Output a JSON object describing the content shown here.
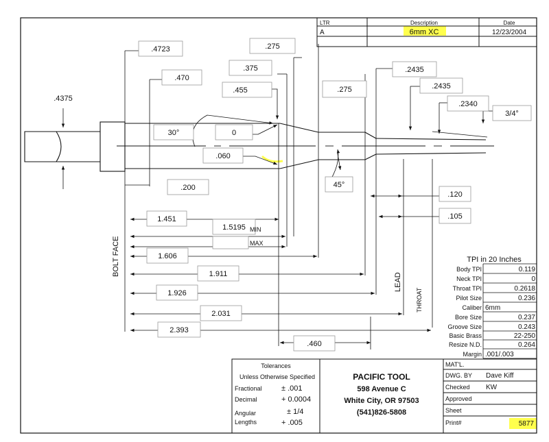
{
  "revision": {
    "headers": {
      "ltr": "LTR",
      "description": "Description",
      "date": "Date"
    },
    "row": {
      "ltr": "A",
      "description": "6mm XC",
      "date": "12/23/2004"
    }
  },
  "dims": {
    "d_4723": ".4723",
    "d_275_top": ".275",
    "d_470": ".470",
    "d_375": ".375",
    "d_455": ".455",
    "d_275_mid": ".275",
    "d_2435_a": ".2435",
    "d_2435_b": ".2435",
    "d_2340": ".2340",
    "d_3_4": "3/4°",
    "d_4375": ".4375",
    "d_30deg": "30°",
    "d_0": "0",
    "d_060": ".060",
    "d_45deg": "45°",
    "d_200": ".200",
    "d_120": ".120",
    "d_105": ".105",
    "d_1451": "1.451",
    "d_15195": "1.5195",
    "min": "MIN",
    "max": "MAX",
    "d_1606": "1.606",
    "d_1911": "1.911",
    "d_1926": "1.926",
    "d_2031": "2.031",
    "d_2393": "2.393",
    "d_460": ".460",
    "bolt_face": "BOLT FACE",
    "lead": "LEAD",
    "throat": "THROAT"
  },
  "spec": {
    "title": "TPI in 20 Inches",
    "rows": [
      {
        "label": "Body TPI",
        "value": "0.119"
      },
      {
        "label": "Neck TPI",
        "value": "0"
      },
      {
        "label": "Throat TPI",
        "value": "0.2618"
      },
      {
        "label": "Pilot Size",
        "value": "0.236"
      },
      {
        "label": "Caliber",
        "value": "6mm"
      },
      {
        "label": "Bore Size",
        "value": "0.237"
      },
      {
        "label": "Groove Size",
        "value": "0.243"
      },
      {
        "label": "Basic Brass",
        "value": "22-250"
      },
      {
        "label": "Resize N.D.",
        "value": "0.264"
      },
      {
        "label": "Margin",
        "value": ".001/.003"
      }
    ]
  },
  "tolerances": {
    "title": "Tolerances",
    "subtitle": "Unless Otherwise Specified",
    "rows": [
      {
        "label": "Fractional",
        "value": "± .001"
      },
      {
        "label": "Decimal",
        "value": "+ 0.0004"
      },
      {
        "label": "Angular",
        "value": "± 1/4"
      },
      {
        "label": "Lengths",
        "value": "+ .005"
      }
    ]
  },
  "company": {
    "name": "PACIFIC TOOL",
    "street": "598 Avenue C",
    "city": "White City, OR 97503",
    "phone": "(541)826-5808"
  },
  "titleblock": {
    "matl": "MAT'L.",
    "dwg_by_label": "DWG. BY",
    "dwg_by_value": "Dave Kiff",
    "checked_label": "Checked",
    "checked_value": "KW",
    "approved_label": "Approved",
    "sheet_label": "Sheet",
    "print_label": "Print#",
    "print_value": "5877"
  },
  "colors": {
    "highlight": "#ffff4d",
    "ink": "#111111"
  }
}
